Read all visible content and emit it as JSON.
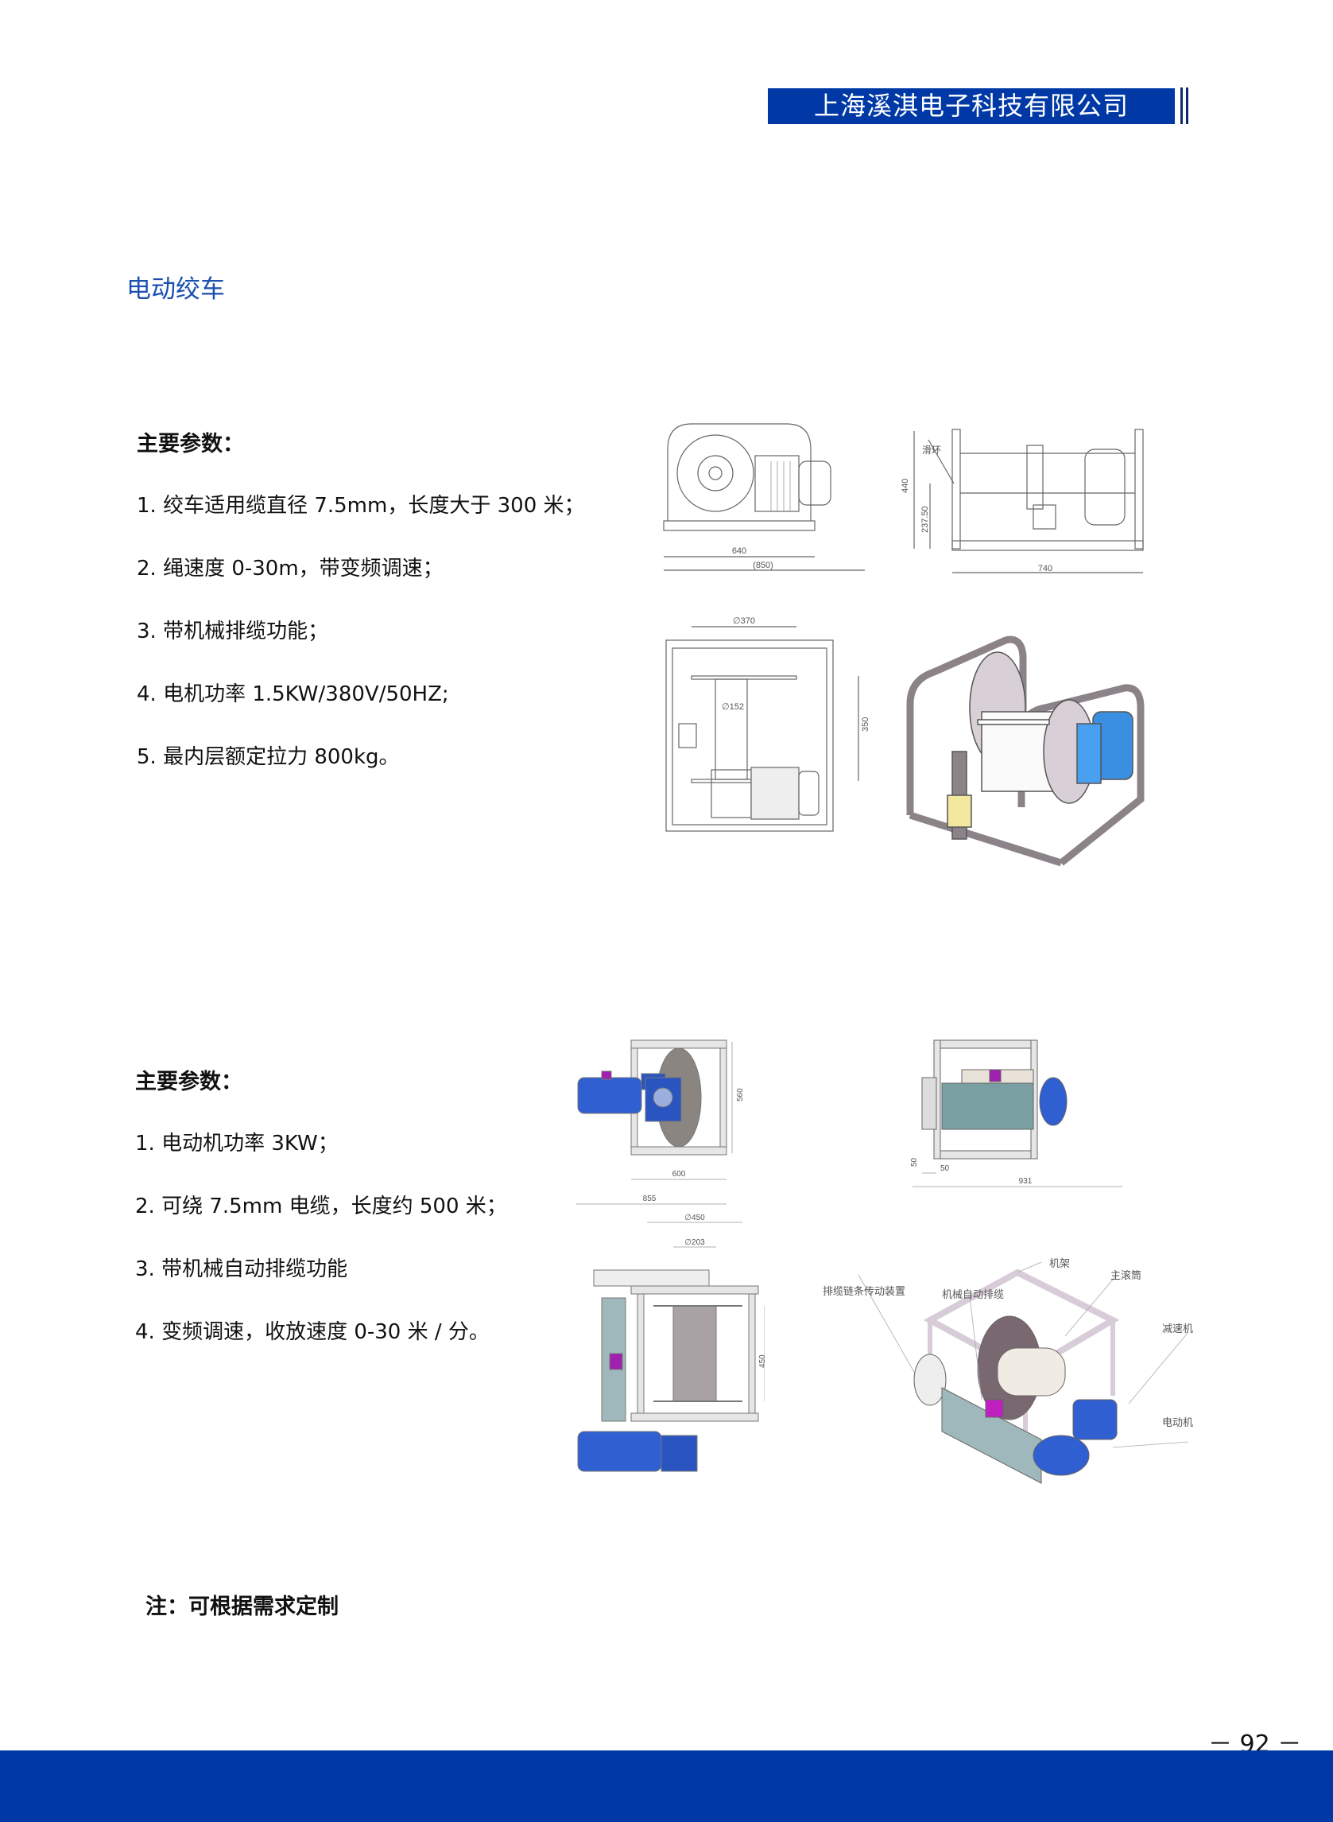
{
  "header": {
    "company": "上海溪淇电子科技有限公司"
  },
  "section_title": "电动绞车",
  "product1": {
    "specs_heading": "主要参数：",
    "specs": [
      "1. 绞车适用缆直径 7.5mm，长度大于 300 米；",
      "2. 绳速度 0-30m，带变频调速；",
      "3. 带机械排缆功能；",
      "4. 电机功率 1.5KW/380V/50HZ;",
      "5. 最内层额定拉力 800kg。"
    ],
    "drawing_labels": {
      "front_width": "640",
      "front_total": "(850)",
      "side_height": "440",
      "side_axis": "237.50",
      "side_width": "740",
      "slip_ring": "滑环",
      "flange_dia": "∅370",
      "drum_dia": "∅152",
      "drum_len": "350"
    }
  },
  "product2": {
    "specs_heading": "主要参数：",
    "specs": [
      "1. 电动机功率 3KW；",
      "2. 可绕 7.5mm 电缆，长度约 500 米；",
      "3. 带机械自动排缆功能",
      "4. 变频调速，收放速度 0-30 米 / 分。"
    ],
    "drawing_labels": {
      "front_height": "560",
      "front_width": "600",
      "front_total": "855",
      "side_h": "50",
      "side_w": "50",
      "side_total": "931",
      "flange_dia": "∅450",
      "drum_dia": "∅203",
      "drum_len": "450",
      "callout_frame": "机架",
      "callout_drum": "主滚筒",
      "callout_chain": "排缆链条传动装置",
      "callout_spooler": "机械自动排缆",
      "callout_reducer": "减速机",
      "callout_motor": "电动机"
    }
  },
  "note": "注：可根据需求定制",
  "page_number": "－ 92 －",
  "colors": {
    "brand_blue": "#0039a6",
    "title_blue": "#1a4fb0",
    "motor_blue": "#2f5fd0"
  }
}
